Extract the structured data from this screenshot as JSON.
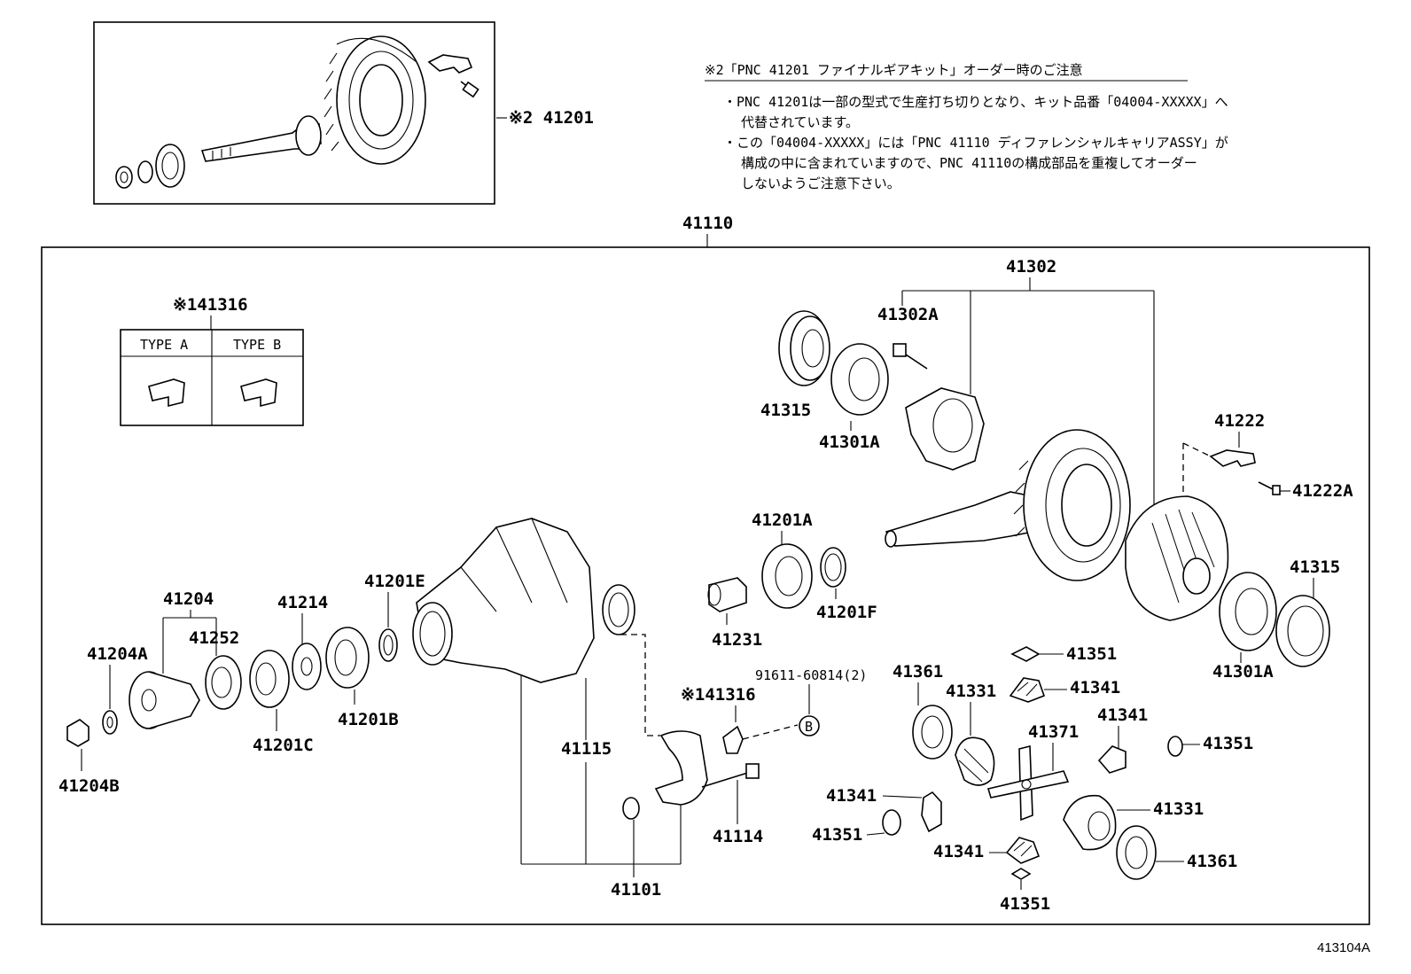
{
  "diagram_id": "413104A",
  "kit_box": {
    "label": "※2 41201"
  },
  "note": {
    "title": "※2「PNC 41201 ファイナルギアキット」オーダー時のご注意",
    "lines": [
      "・PNC 41201は一部の型式で生産打ち切りとなり、キット品番「04004-XXXXX」へ",
      "代替されています。",
      "・この「04004-XXXXX」には「PNC 41110 ディファレンシャルキャリアASSY」が",
      "構成の中に含まれていますので、PNC 41110の構成部品を重複してオーダー",
      "しないようご注意下さい。"
    ]
  },
  "main_label": "41110",
  "type_box": {
    "title": "※141316",
    "type_a": "TYPE A",
    "type_b": "TYPE B"
  },
  "labels": {
    "l41302": "41302",
    "l41302A": "41302A",
    "l41315_top": "41315",
    "l41301A_top": "41301A",
    "l41222": "41222",
    "l41222A": "41222A",
    "l41315_right": "41315",
    "l41301A_right": "41301A",
    "l41201A": "41201A",
    "l41231": "41231",
    "l41201F": "41201F",
    "l41201E": "41201E",
    "l41214": "41214",
    "l41201B": "41201B",
    "l41204": "41204",
    "l41252": "41252",
    "l41204A": "41204A",
    "l41201C": "41201C",
    "l41204B": "41204B",
    "l41115": "41115",
    "l91611": "91611-60814(2)",
    "l41316": "※141316",
    "circle_b": "B",
    "l41114": "41114",
    "l41101": "41101",
    "l41361_top": "41361",
    "l41331_top": "41331",
    "l41351_top": "41351",
    "l41341_top": "41341",
    "l41341_mid": "41341",
    "l41371": "41371",
    "l41351_right": "41351",
    "l41341_left": "41341",
    "l41351_left": "41351",
    "l41331_bot": "41331",
    "l41341_bot": "41341",
    "l41361_bot": "41361",
    "l41351_bot": "41351"
  }
}
